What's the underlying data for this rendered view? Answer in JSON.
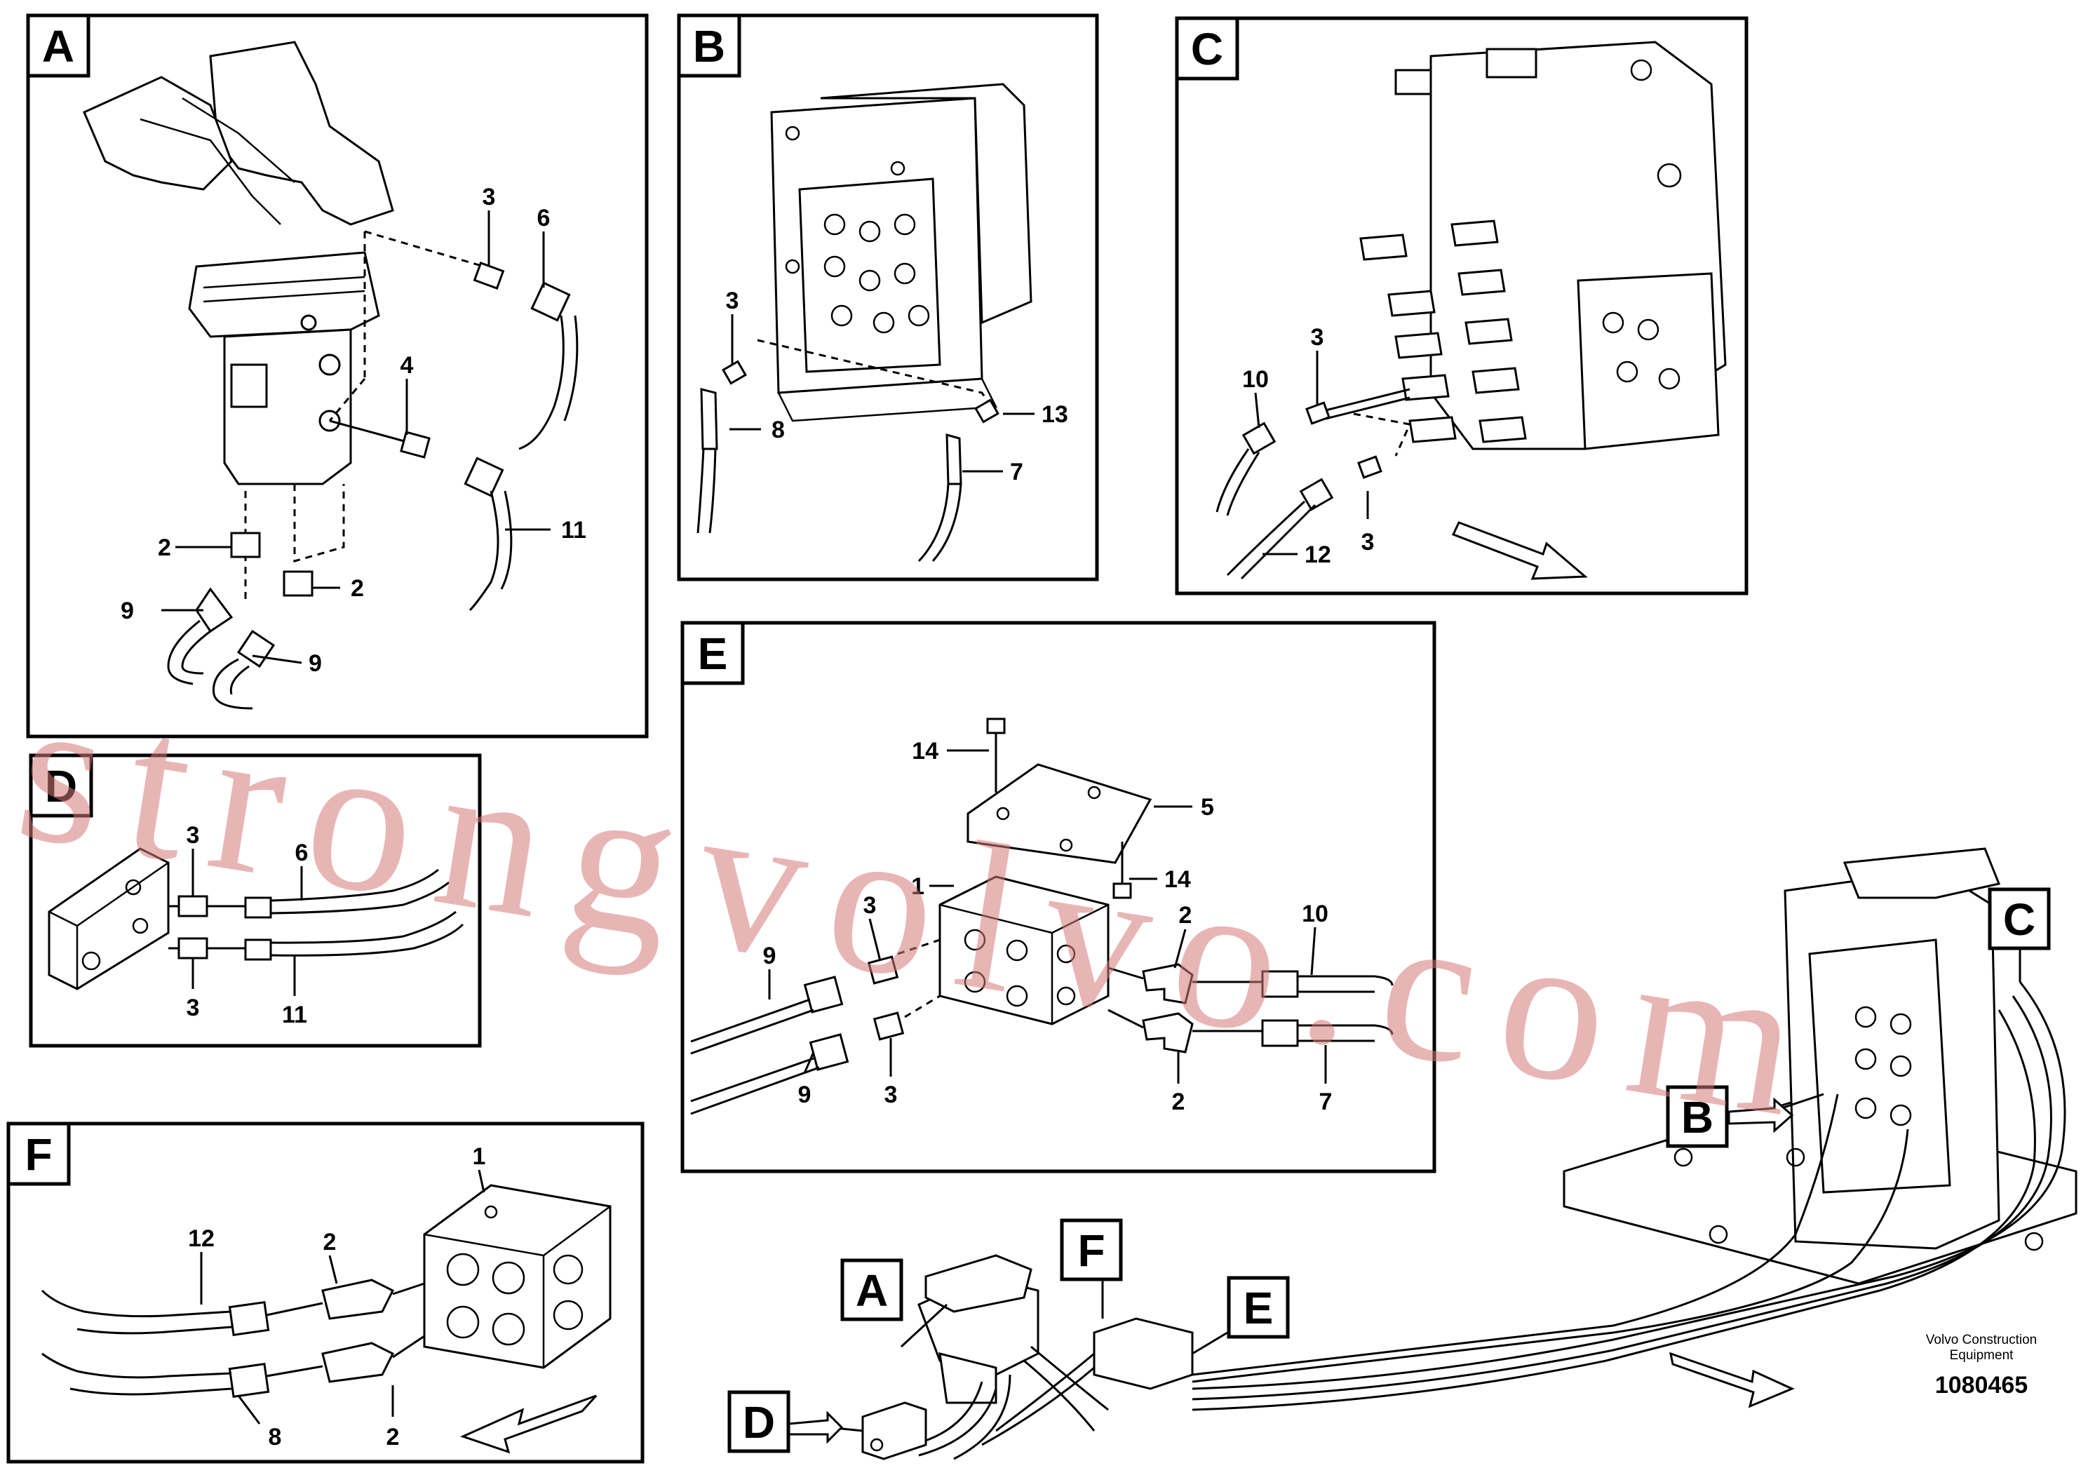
{
  "panels": {
    "A": {
      "label": "A",
      "callouts": [
        "3",
        "6",
        "4",
        "11",
        "2",
        "2",
        "9",
        "9"
      ]
    },
    "B": {
      "label": "B",
      "callouts": [
        "3",
        "8",
        "13",
        "7"
      ]
    },
    "C": {
      "label": "C",
      "callouts": [
        "3",
        "10",
        "3",
        "12"
      ]
    },
    "D": {
      "label": "D",
      "callouts": [
        "3",
        "6",
        "3",
        "11"
      ]
    },
    "E": {
      "label": "E",
      "callouts": [
        "14",
        "5",
        "1",
        "14",
        "3",
        "9",
        "2",
        "10",
        "3",
        "9",
        "2",
        "7"
      ]
    },
    "F": {
      "label": "F",
      "callouts": [
        "1",
        "12",
        "2",
        "8",
        "2"
      ]
    }
  },
  "overview": {
    "labels": [
      "A",
      "F",
      "E",
      "D",
      "B",
      "C"
    ]
  },
  "footer": {
    "company_line1": "Volvo Construction",
    "company_line2": "Equipment",
    "drawing_number": "1080465"
  },
  "watermark": {
    "text": "strongvolvo.com"
  }
}
